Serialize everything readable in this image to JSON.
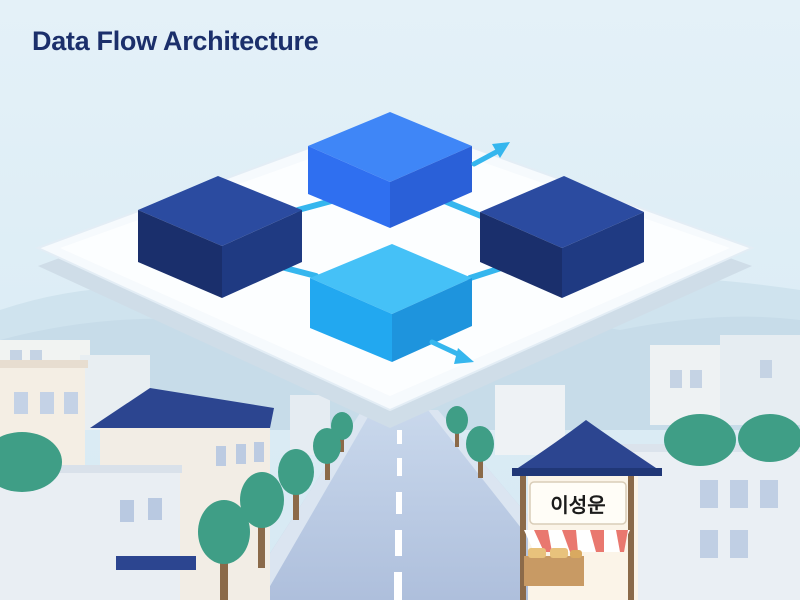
{
  "title": "Data Flow Architecture",
  "shop_sign": "이성운",
  "colors": {
    "background": "#e3f0f7",
    "title": "#1b2f6b",
    "node_dark": "#1f3a82",
    "node_blue": "#2f6ff0",
    "node_cyan": "#22a8f0",
    "connector": "#35b6ee",
    "tree": "#3f9e86"
  },
  "diagram": {
    "nodes": [
      {
        "id": "top",
        "tone": "blue"
      },
      {
        "id": "left",
        "tone": "dark"
      },
      {
        "id": "right",
        "tone": "dark"
      },
      {
        "id": "bottom",
        "tone": "cyan"
      }
    ],
    "connections": [
      {
        "from": "left",
        "to": "top"
      },
      {
        "from": "top",
        "to": "right"
      },
      {
        "from": "left",
        "to": "bottom"
      },
      {
        "from": "bottom",
        "to": "right"
      }
    ],
    "outputs": [
      {
        "from": "top",
        "icon": "arrow-right-icon"
      },
      {
        "from": "bottom",
        "icon": "arrow-right-icon"
      }
    ]
  }
}
